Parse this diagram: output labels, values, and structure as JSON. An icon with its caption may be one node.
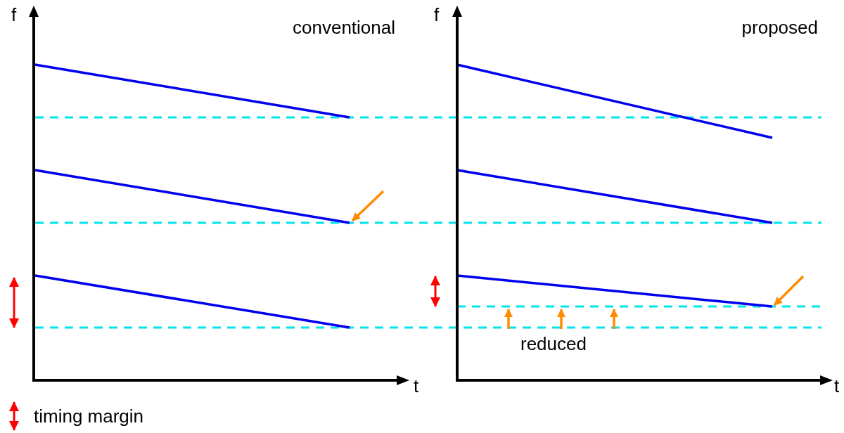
{
  "diagram": {
    "labels": [
      "f",
      "conventional",
      "t",
      "f",
      "proposed",
      "t",
      "reduced"
    ],
    "legend": [
      {
        "text": "timing margin"
      }
    ]
  }
}
